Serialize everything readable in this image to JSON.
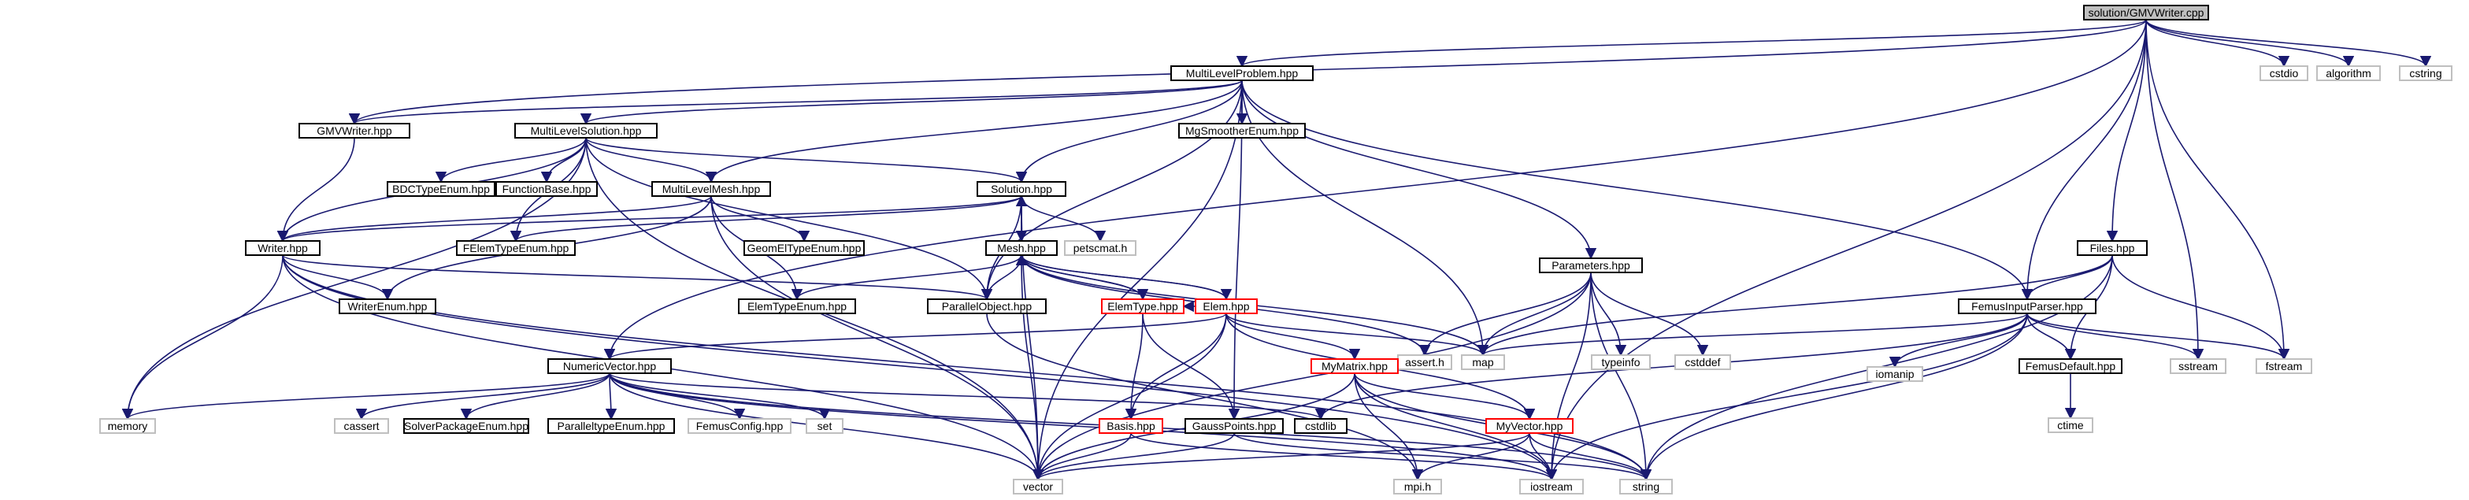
{
  "graph_title": "solution/GMVWriter.cpp",
  "colors": {
    "root_fill": "#bfbfbf",
    "node_border": "#000000",
    "system_border": "#bfbfbf",
    "red_border": "#ff0000",
    "edge": "#191970"
  },
  "nodes": [
    {
      "id": "root",
      "label": "solution/GMVWriter.cpp",
      "kind": "root"
    },
    {
      "id": "cstdio",
      "label": "cstdio",
      "kind": "system"
    },
    {
      "id": "algorithm",
      "label": "algorithm",
      "kind": "system"
    },
    {
      "id": "cstring",
      "label": "cstring",
      "kind": "system"
    },
    {
      "id": "mlp",
      "label": "MultiLevelProblem.hpp",
      "kind": "normal"
    },
    {
      "id": "gmvw",
      "label": "GMVWriter.hpp",
      "kind": "normal"
    },
    {
      "id": "mls",
      "label": "MultiLevelSolution.hpp",
      "kind": "normal"
    },
    {
      "id": "mgs",
      "label": "MgSmootherEnum.hpp",
      "kind": "normal"
    },
    {
      "id": "bdc",
      "label": "BDCTypeEnum.hpp",
      "kind": "normal"
    },
    {
      "id": "fb",
      "label": "FunctionBase.hpp",
      "kind": "normal"
    },
    {
      "id": "mlm",
      "label": "MultiLevelMesh.hpp",
      "kind": "normal"
    },
    {
      "id": "sol",
      "label": "Solution.hpp",
      "kind": "normal"
    },
    {
      "id": "writer",
      "label": "Writer.hpp",
      "kind": "normal"
    },
    {
      "id": "fetype",
      "label": "FElemTypeEnum.hpp",
      "kind": "normal"
    },
    {
      "id": "geom",
      "label": "GeomElTypeEnum.hpp",
      "kind": "normal"
    },
    {
      "id": "petsc",
      "label": "petscmat.h",
      "kind": "system"
    },
    {
      "id": "mesh",
      "label": "Mesh.hpp",
      "kind": "normal"
    },
    {
      "id": "files",
      "label": "Files.hpp",
      "kind": "normal"
    },
    {
      "id": "wenum",
      "label": "WriterEnum.hpp",
      "kind": "normal"
    },
    {
      "id": "etenum",
      "label": "ElemTypeEnum.hpp",
      "kind": "normal"
    },
    {
      "id": "pobj",
      "label": "ParallelObject.hpp",
      "kind": "normal"
    },
    {
      "id": "elemtype",
      "label": "ElemType.hpp",
      "kind": "red"
    },
    {
      "id": "elem",
      "label": "Elem.hpp",
      "kind": "red"
    },
    {
      "id": "params",
      "label": "Parameters.hpp",
      "kind": "normal"
    },
    {
      "id": "fip",
      "label": "FemusInputParser.hpp",
      "kind": "normal"
    },
    {
      "id": "asserth",
      "label": "assert.h",
      "kind": "system"
    },
    {
      "id": "map",
      "label": "map",
      "kind": "system"
    },
    {
      "id": "typeinfo",
      "label": "typeinfo",
      "kind": "system"
    },
    {
      "id": "cstddef",
      "label": "cstddef",
      "kind": "system"
    },
    {
      "id": "iomanip",
      "label": "iomanip",
      "kind": "system"
    },
    {
      "id": "fdef",
      "label": "FemusDefault.hpp",
      "kind": "normal"
    },
    {
      "id": "sstream",
      "label": "sstream",
      "kind": "system"
    },
    {
      "id": "fstream",
      "label": "fstream",
      "kind": "system"
    },
    {
      "id": "ctime",
      "label": "ctime",
      "kind": "system"
    },
    {
      "id": "nv",
      "label": "NumericVector.hpp",
      "kind": "normal"
    },
    {
      "id": "mymatrix",
      "label": "MyMatrix.hpp",
      "kind": "red"
    },
    {
      "id": "memory",
      "label": "memory",
      "kind": "system"
    },
    {
      "id": "cassert",
      "label": "cassert",
      "kind": "system"
    },
    {
      "id": "spenum",
      "label": "SolverPackageEnum.hpp",
      "kind": "normal"
    },
    {
      "id": "ptenum",
      "label": "ParalleltypeEnum.hpp",
      "kind": "normal"
    },
    {
      "id": "fconf",
      "label": "FemusConfig.hpp",
      "kind": "system"
    },
    {
      "id": "set",
      "label": "set",
      "kind": "system"
    },
    {
      "id": "cstdlib",
      "label": "cstdlib",
      "kind": "normal"
    },
    {
      "id": "basis",
      "label": "Basis.hpp",
      "kind": "red"
    },
    {
      "id": "gp",
      "label": "GaussPoints.hpp",
      "kind": "normal"
    },
    {
      "id": "myvector",
      "label": "MyVector.hpp",
      "kind": "red"
    },
    {
      "id": "vector",
      "label": "vector",
      "kind": "system"
    },
    {
      "id": "mpih",
      "label": "mpi.h",
      "kind": "system"
    },
    {
      "id": "iostream",
      "label": "iostream",
      "kind": "system"
    },
    {
      "id": "string",
      "label": "string",
      "kind": "system"
    }
  ],
  "edges": [
    [
      "root",
      "mlp"
    ],
    [
      "root",
      "cstdio"
    ],
    [
      "root",
      "algorithm"
    ],
    [
      "root",
      "cstring"
    ],
    [
      "root",
      "files"
    ],
    [
      "root",
      "sstream"
    ],
    [
      "root",
      "fstream"
    ],
    [
      "root",
      "iostream"
    ],
    [
      "root",
      "gmvw"
    ],
    [
      "root",
      "nv"
    ],
    [
      "root",
      "fip"
    ],
    [
      "mlp",
      "gmvw"
    ],
    [
      "mlp",
      "mls"
    ],
    [
      "mlp",
      "mgs"
    ],
    [
      "mlp",
      "mlm"
    ],
    [
      "mlp",
      "sol"
    ],
    [
      "mlp",
      "params"
    ],
    [
      "mlp",
      "fip"
    ],
    [
      "mlp",
      "map"
    ],
    [
      "mlp",
      "vector"
    ],
    [
      "mlp",
      "gp"
    ],
    [
      "mlp",
      "pobj"
    ],
    [
      "gmvw",
      "writer"
    ],
    [
      "mls",
      "bdc"
    ],
    [
      "mls",
      "fb"
    ],
    [
      "mls",
      "mlm"
    ],
    [
      "mls",
      "sol"
    ],
    [
      "mls",
      "writer"
    ],
    [
      "mls",
      "fetype"
    ],
    [
      "mls",
      "memory"
    ],
    [
      "mls",
      "vector"
    ],
    [
      "mls",
      "pobj"
    ],
    [
      "mlm",
      "writer"
    ],
    [
      "mlm",
      "geom"
    ],
    [
      "mlm",
      "etenum"
    ],
    [
      "mlm",
      "wenum"
    ],
    [
      "mlm",
      "vector"
    ],
    [
      "sol",
      "mesh"
    ],
    [
      "sol",
      "petsc"
    ],
    [
      "sol",
      "fetype"
    ],
    [
      "sol",
      "pobj"
    ],
    [
      "sol",
      "vector"
    ],
    [
      "sol",
      "writer"
    ],
    [
      "writer",
      "wenum"
    ],
    [
      "writer",
      "pobj"
    ],
    [
      "writer",
      "memory"
    ],
    [
      "writer",
      "vector"
    ],
    [
      "writer",
      "iostream"
    ],
    [
      "writer",
      "string"
    ],
    [
      "mesh",
      "sol"
    ],
    [
      "mesh",
      "etenum"
    ],
    [
      "mesh",
      "pobj"
    ],
    [
      "mesh",
      "elemtype"
    ],
    [
      "mesh",
      "elem"
    ],
    [
      "mesh",
      "vector"
    ],
    [
      "mesh",
      "map"
    ],
    [
      "mesh",
      "asserth"
    ],
    [
      "elemtype",
      "mesh"
    ],
    [
      "elemtype",
      "basis"
    ],
    [
      "elemtype",
      "gp"
    ],
    [
      "elem",
      "mesh"
    ],
    [
      "elem",
      "elemtype"
    ],
    [
      "elem",
      "mymatrix"
    ],
    [
      "elem",
      "nv"
    ],
    [
      "elem",
      "basis"
    ],
    [
      "elem",
      "vector"
    ],
    [
      "elem",
      "map"
    ],
    [
      "elem",
      "myvector"
    ],
    [
      "pobj",
      "mpih"
    ],
    [
      "params",
      "map"
    ],
    [
      "params",
      "asserth"
    ],
    [
      "params",
      "typeinfo"
    ],
    [
      "params",
      "cstddef"
    ],
    [
      "params",
      "string"
    ],
    [
      "params",
      "iostream"
    ],
    [
      "params",
      "vector"
    ],
    [
      "fip",
      "map"
    ],
    [
      "fip",
      "iomanip"
    ],
    [
      "fip",
      "fdef"
    ],
    [
      "fip",
      "sstream"
    ],
    [
      "fip",
      "fstream"
    ],
    [
      "fip",
      "cstdlib"
    ],
    [
      "fip",
      "iostream"
    ],
    [
      "fip",
      "string"
    ],
    [
      "files",
      "fip"
    ],
    [
      "files",
      "fdef"
    ],
    [
      "files",
      "map"
    ],
    [
      "files",
      "fstream"
    ],
    [
      "files",
      "string"
    ],
    [
      "fdef",
      "ctime"
    ],
    [
      "nv",
      "memory"
    ],
    [
      "nv",
      "cassert"
    ],
    [
      "nv",
      "spenum"
    ],
    [
      "nv",
      "ptenum"
    ],
    [
      "nv",
      "fconf"
    ],
    [
      "nv",
      "set"
    ],
    [
      "nv",
      "cstdlib"
    ],
    [
      "nv",
      "vector"
    ],
    [
      "nv",
      "iostream"
    ],
    [
      "nv",
      "string"
    ],
    [
      "mymatrix",
      "myvector"
    ],
    [
      "mymatrix",
      "vector"
    ],
    [
      "mymatrix",
      "mpih"
    ],
    [
      "mymatrix",
      "iostream"
    ],
    [
      "mymatrix",
      "string"
    ],
    [
      "myvector",
      "vector"
    ],
    [
      "myvector",
      "mpih"
    ],
    [
      "myvector",
      "iostream"
    ],
    [
      "myvector",
      "string"
    ],
    [
      "basis",
      "vector"
    ],
    [
      "basis",
      "iostream"
    ],
    [
      "gp",
      "vector"
    ],
    [
      "gp",
      "string"
    ]
  ]
}
